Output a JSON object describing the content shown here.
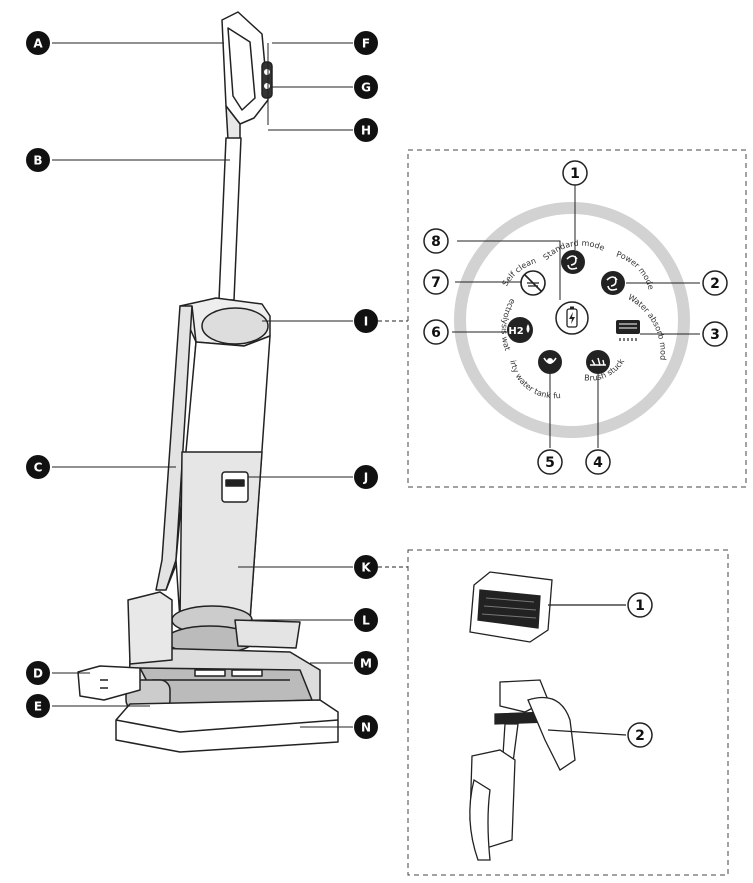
{
  "callouts": {
    "A": "A",
    "B": "B",
    "C": "C",
    "D": "D",
    "E": "E",
    "F": "F",
    "G": "G",
    "H": "H",
    "I": "I",
    "J": "J",
    "K": "K",
    "L": "L",
    "M": "M",
    "N": "N"
  },
  "control_panel": {
    "numbers": [
      "1",
      "2",
      "3",
      "4",
      "5",
      "6",
      "7",
      "8"
    ],
    "modes": {
      "standard": "Standard mode",
      "power": "Power mode",
      "water_absorb": "Water absorb mode",
      "brush_stuck": "Brush stuck",
      "dirty_water_tank_full": "Dirty water tank full",
      "electrolysis_water": "Electrolysis water",
      "self_clean": "Self clean"
    },
    "h2_label": "H2"
  },
  "filter_panel": {
    "numbers": [
      "1",
      "2"
    ]
  }
}
